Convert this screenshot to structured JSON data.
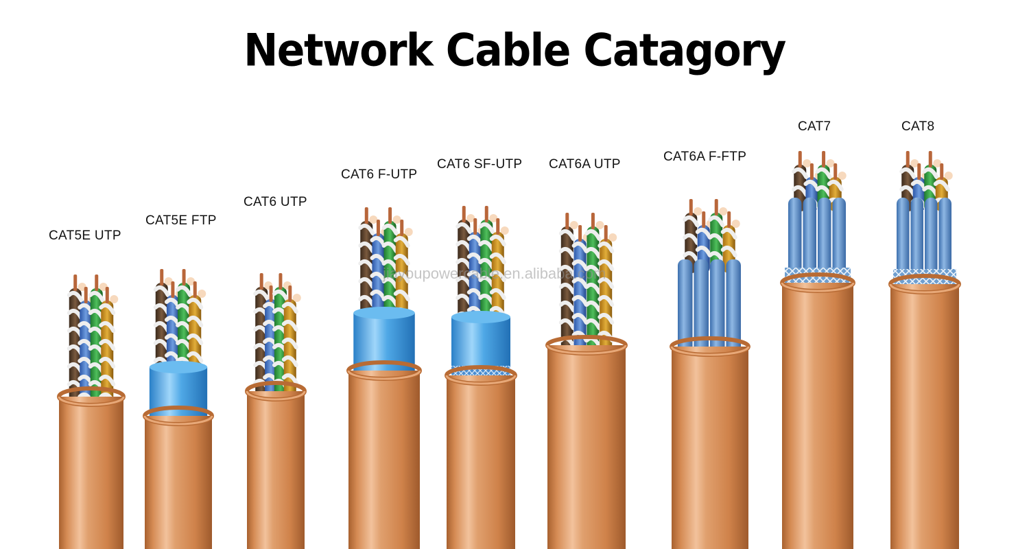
{
  "title": "Network Cable Catagory",
  "watermark": "jiayoupowercable.en.alibaba.com",
  "colors": {
    "jacket": "#d58b54",
    "jacket_dark": "#a8612f",
    "jacket_light": "#f2c29c",
    "foil": "#3f9ee0",
    "foil_light": "#9fd6fa",
    "pair_shield": "#5b8fc9",
    "braid": "#dfe8f2"
  },
  "cables": [
    {
      "name": "CAT5E UTP",
      "shield": "none"
    },
    {
      "name": "CAT5E FTP",
      "shield": "foil"
    },
    {
      "name": "CAT6 UTP",
      "shield": "none"
    },
    {
      "name": "CAT6 F-UTP",
      "shield": "foil"
    },
    {
      "name": "CAT6 SF-UTP",
      "shield": "foil-braid"
    },
    {
      "name": "CAT6A UTP",
      "shield": "none"
    },
    {
      "name": "CAT6A F-FTP",
      "shield": "pair-shield"
    },
    {
      "name": "CAT7",
      "shield": "pair-shield-braid"
    },
    {
      "name": "CAT8",
      "shield": "pair-shield-braid"
    }
  ]
}
